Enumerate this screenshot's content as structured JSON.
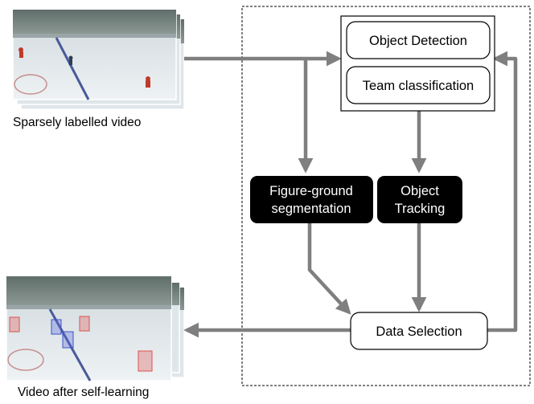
{
  "inputs": {
    "top_caption": "Sparsely labelled video",
    "bottom_caption": "Video after self-learning"
  },
  "nodes": {
    "object_detection": "Object Detection",
    "team_classification": "Team classification",
    "figure_ground_line1": "Figure-ground",
    "figure_ground_line2": "segmentation",
    "object_tracking_line1": "Object",
    "object_tracking_line2": "Tracking",
    "data_selection": "Data Selection"
  },
  "colors": {
    "arrow": "#7f7f7f",
    "dark_box": "#000000",
    "box_border": "#000000",
    "ice": "#dfe6ea",
    "crowd": "#6f7d7a",
    "red_player": "#c0392b",
    "blue_box": "#5b6ee0",
    "red_box": "#e37a7a"
  }
}
